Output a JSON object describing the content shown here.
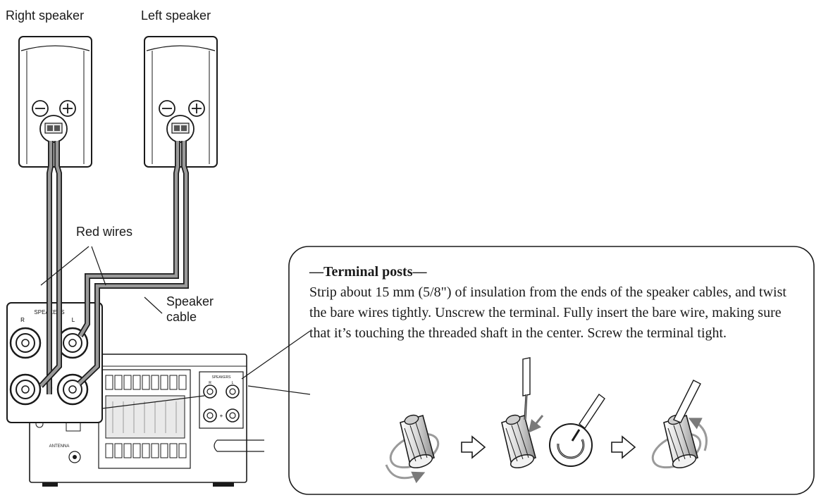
{
  "labels": {
    "right_speaker": "Right speaker",
    "left_speaker": "Left speaker",
    "red_wires": "Red wires",
    "speaker_cable": "Speaker\ncable"
  },
  "panel": {
    "speakers": "SPEAKERS",
    "r": "R",
    "l": "L",
    "antenna": "ANTENNA"
  },
  "callout": {
    "title": "—Terminal posts—",
    "body": "Strip about 15 mm (5/8\") of insulation from the ends of the speaker cables, and twist the bare wires tightly. Unscrew the terminal. Fully insert the bare wire, making sure that it’s touching the threaded shaft in the center. Screw the terminal tight."
  },
  "colors": {
    "line": "#1a1a1a",
    "cable_fill": "#8a8a8a",
    "shade": "#bdbdbd"
  }
}
